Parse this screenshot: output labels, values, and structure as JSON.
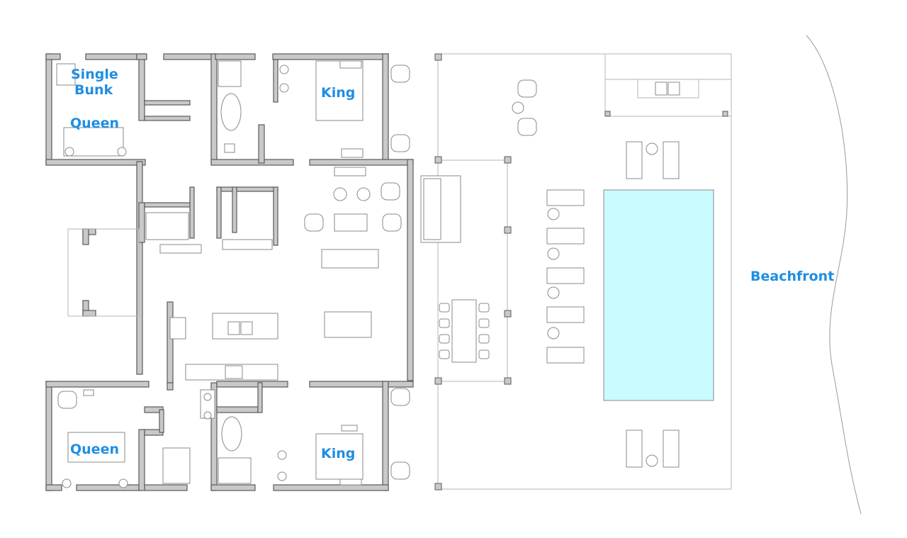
{
  "plan": {
    "labels": {
      "single_bunk_line1": "Single",
      "single_bunk_line2": "Bunk",
      "queen_top": "Queen",
      "king_top": "King",
      "queen_bottom": "Queen",
      "king_bottom": "King",
      "beachfront": "Beachfront"
    },
    "colors": {
      "label": "#1e8ee3",
      "pool": "#c9fbff",
      "wall": "#c9c9c9",
      "line": "#8a8a8a"
    }
  }
}
